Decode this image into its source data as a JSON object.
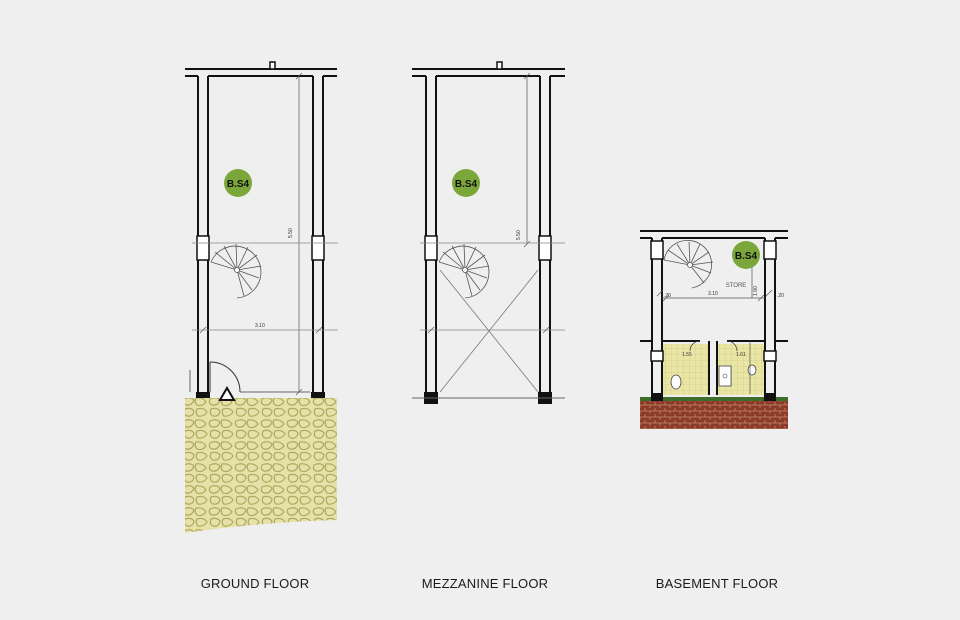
{
  "floors": [
    {
      "label": "GROUND FLOOR",
      "tag": "B.S4",
      "dimensions": {
        "width": "3.10",
        "height": "5.50"
      }
    },
    {
      "label": "MEZZANINE FLOOR",
      "tag": "B.S4",
      "dimensions": {
        "height": "5.50"
      }
    },
    {
      "label": "BASEMENT FLOOR",
      "tag": "B.S4",
      "room": "STORE",
      "dimensions": {
        "width": "3.10",
        "height": "1.90",
        "bath_left": "1.55",
        "bath_right": "1.61",
        "wall": ".20"
      }
    }
  ],
  "colors": {
    "background": "#efefef",
    "wall": "#111111",
    "tag_fill": "#7aa63a",
    "stone_fill": "#e6e1a8",
    "stone_lines": "#b8b36a",
    "brick_fill": "#8a3b2a",
    "floor_green": "#3f6e2c",
    "tile": "#e9e6a5"
  }
}
